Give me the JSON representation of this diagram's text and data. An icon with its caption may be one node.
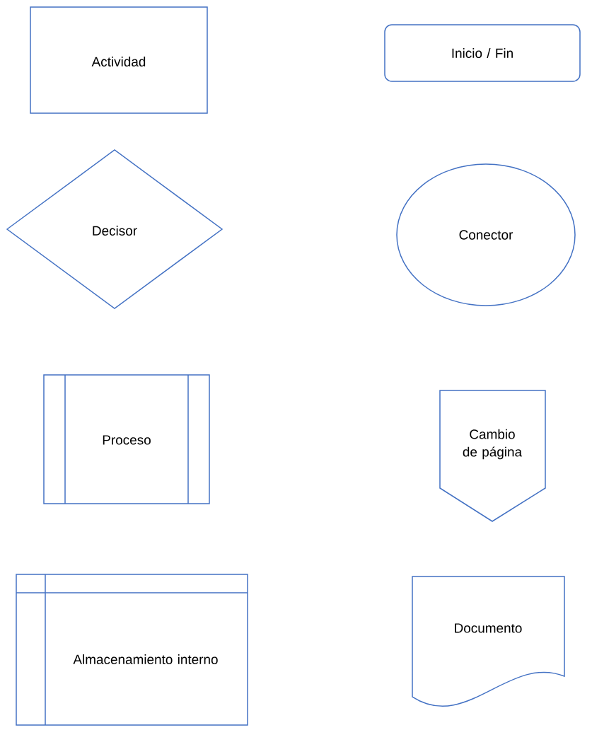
{
  "diagram": {
    "nodes": [
      {
        "text": [
          "Actividad"
        ]
      },
      {
        "text": [
          "Inicio / Fin"
        ]
      },
      {
        "text": [
          "Decisor"
        ]
      },
      {
        "text": [
          "Conector"
        ]
      },
      {
        "text": [
          "Proceso"
        ]
      },
      {
        "text": [
          "Cambio de página"
        ]
      },
      {
        "text": [
          "Almacenamiento interno"
        ]
      },
      {
        "text": [
          "Documento"
        ]
      }
    ]
  }
}
